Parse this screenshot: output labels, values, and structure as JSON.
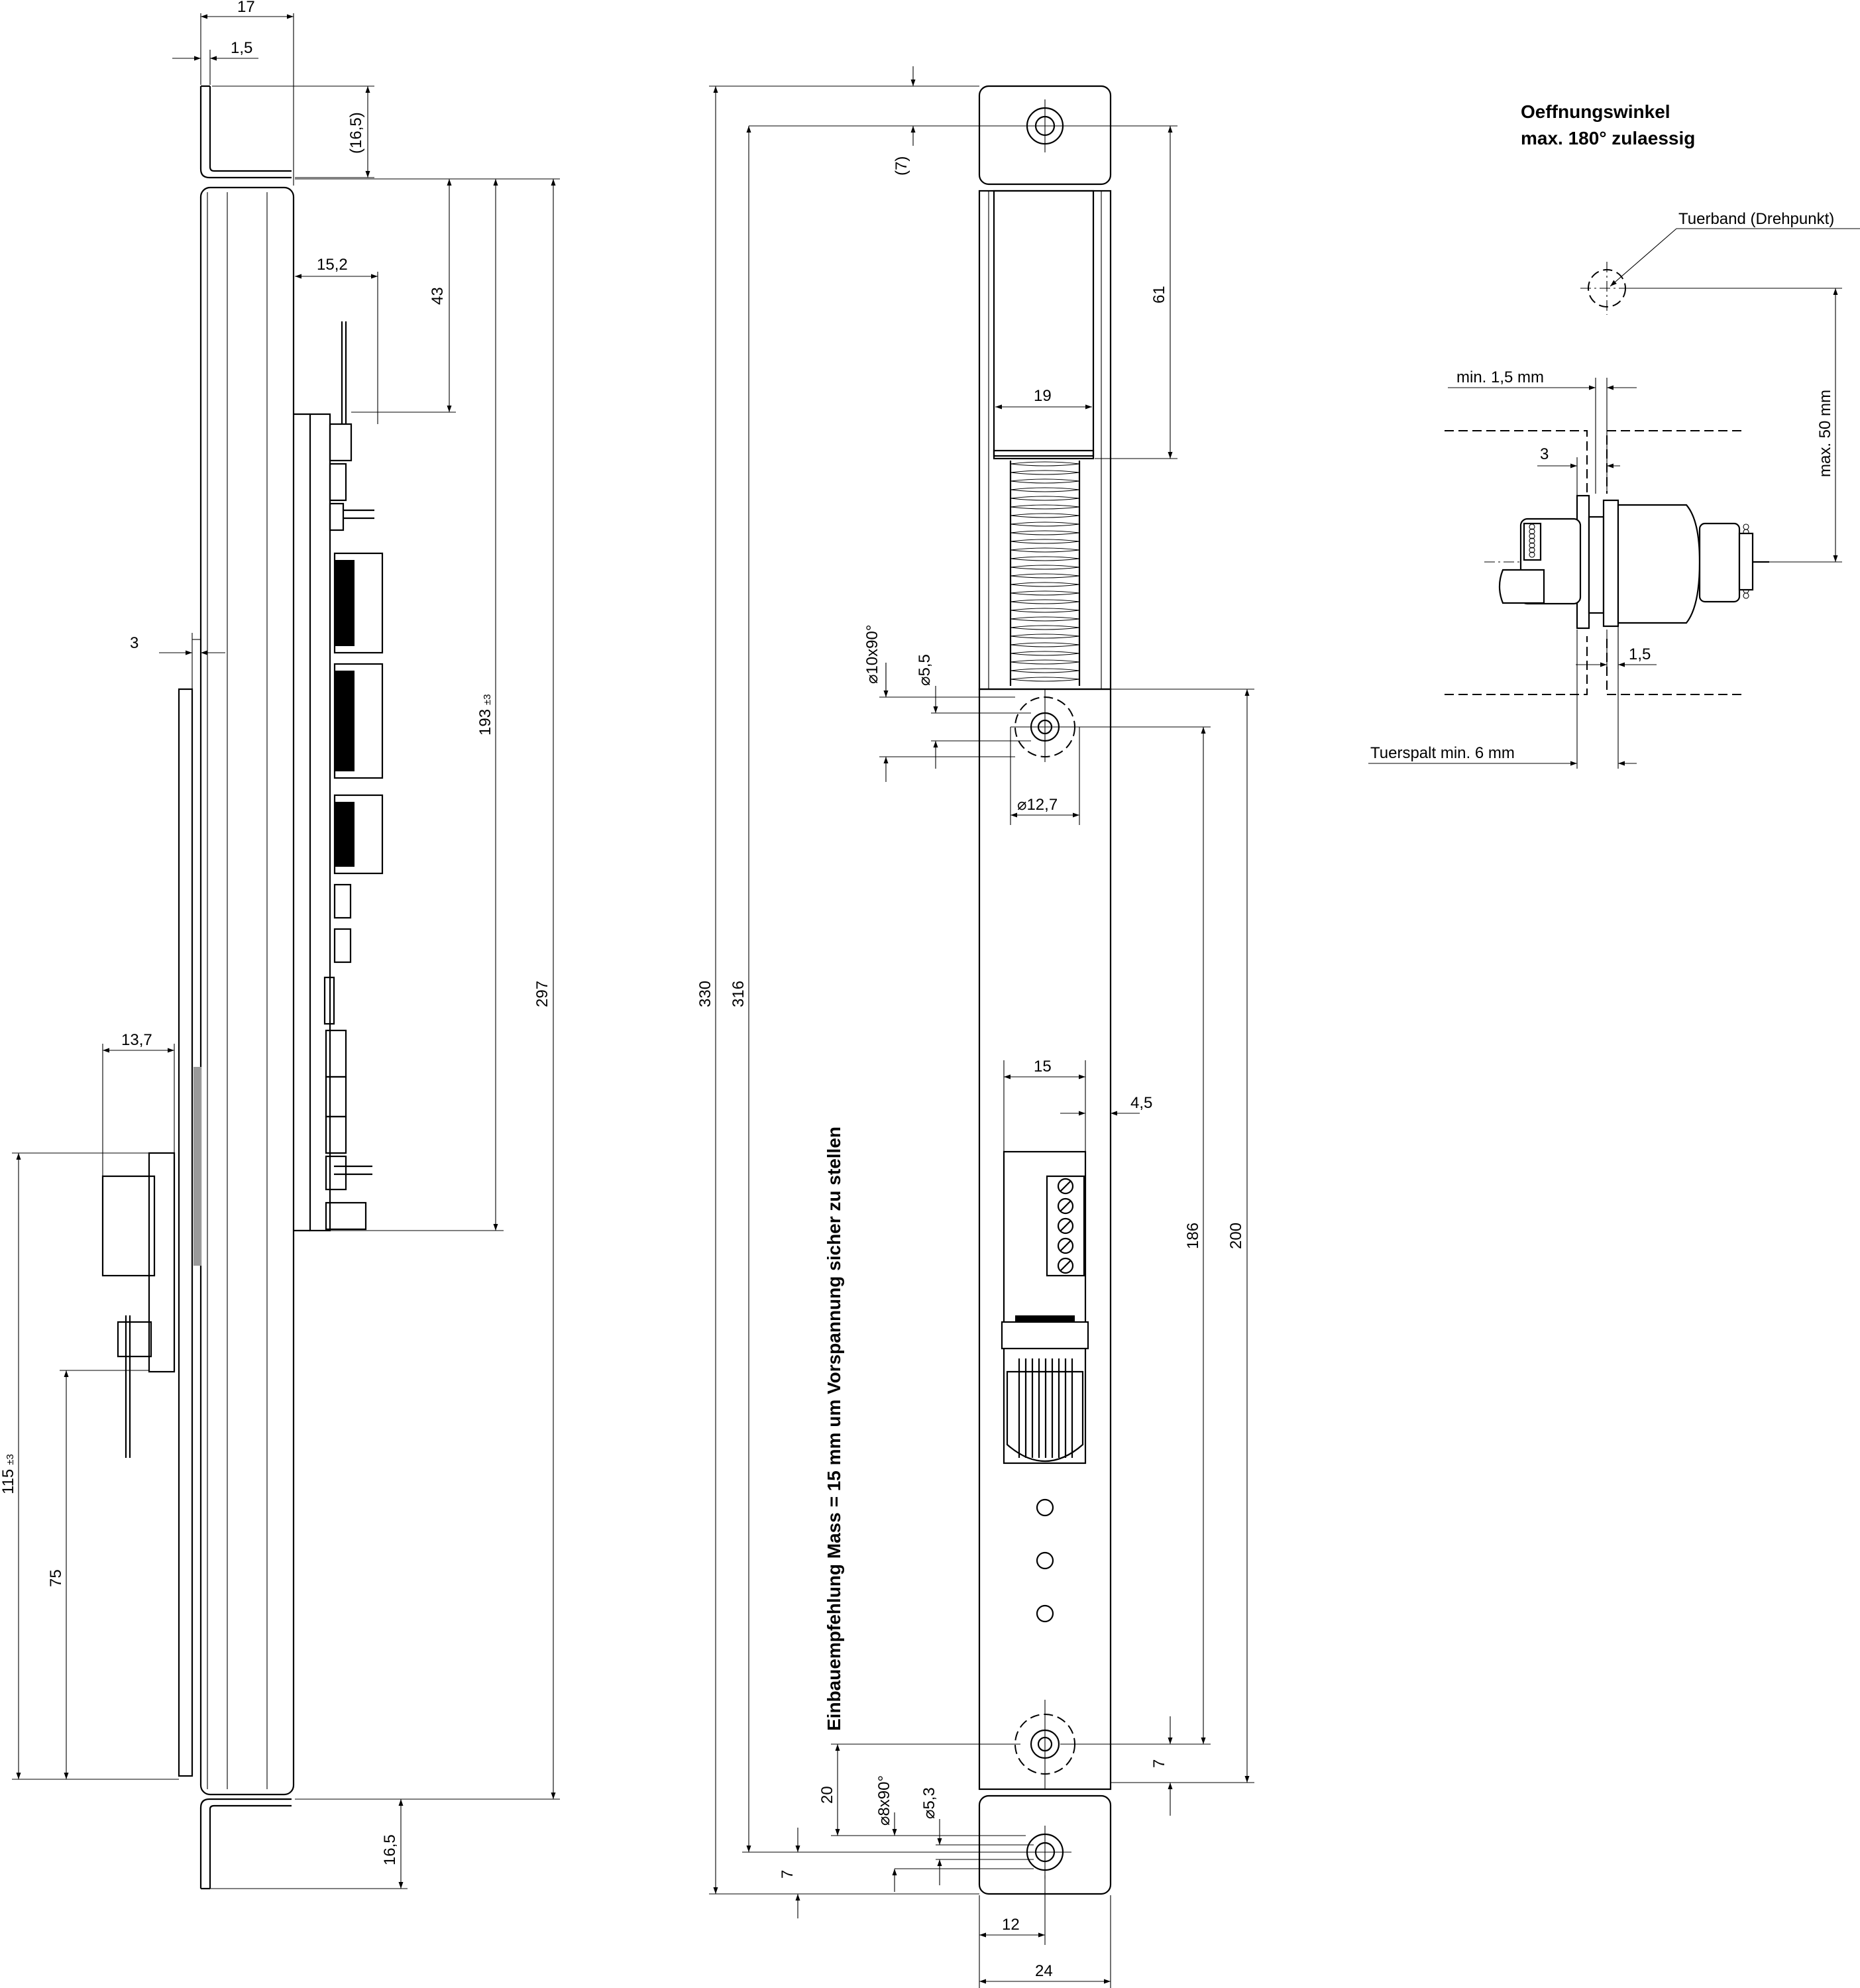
{
  "side_view": {
    "dims": {
      "d17": "17",
      "d1_5": "1,5",
      "d16_5_top": "(16,5)",
      "d15_2": "15,2",
      "d43": "43",
      "d193": "193",
      "d193_tol": "±3",
      "d297": "297",
      "d3": "3",
      "d13_7": "13,7",
      "d115": "115",
      "d115_tol": "±3",
      "d75": "75",
      "d16_5_bottom": "16,5"
    }
  },
  "front_view": {
    "dims": {
      "d7_top": "(7)",
      "d61": "61",
      "d19": "19",
      "d10x90": "⌀10x90°",
      "d5_5": "⌀5,5",
      "d12_7": "⌀12,7",
      "d330": "330",
      "d316": "316",
      "d15": "15",
      "d4_5": "4,5",
      "d186": "186",
      "d200": "200",
      "d7_right": "7",
      "d20": "20",
      "d8x90": "⌀8x90°",
      "d5_3": "⌀5,3",
      "d7_bottom": "7",
      "d12": "12",
      "d24": "24"
    },
    "note": "Einbauempfehlung Mass = 15 mm um Vorspannung sicher zu stellen"
  },
  "detail_view": {
    "heading_line1": "Oeffnungswinkel",
    "heading_line2": "max. 180° zulaessig",
    "hinge_label": "Tuerband (Drehpunkt)",
    "min_1_5": "min. 1,5 mm",
    "d3": "3",
    "d1_5": "1,5",
    "max_50": "max. 50 mm",
    "gap_label": "Tuerspalt min. 6 mm"
  }
}
